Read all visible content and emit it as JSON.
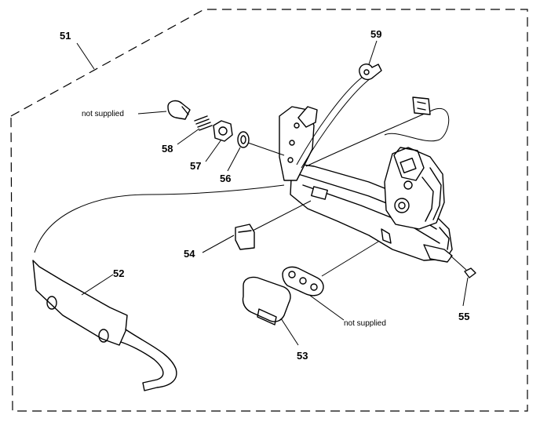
{
  "diagram": {
    "callouts": {
      "c51": "51",
      "c52": "52",
      "c53": "53",
      "c54": "54",
      "c55": "55",
      "c56": "56",
      "c57": "57",
      "c58": "58",
      "c59": "59"
    },
    "notes": {
      "upper": "not supplied",
      "lower": "not supplied"
    }
  }
}
